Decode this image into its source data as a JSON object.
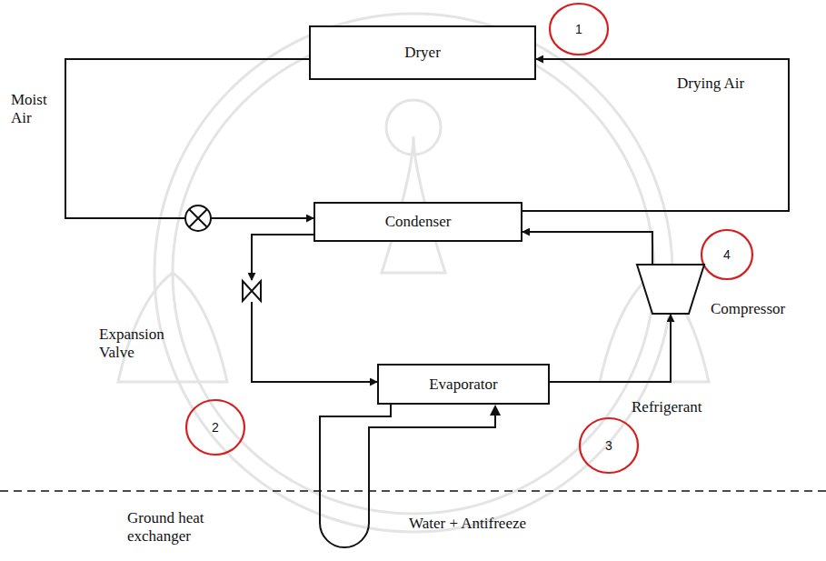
{
  "diagram": {
    "nodes": [
      {
        "text": [
          "Dryer"
        ]
      },
      {
        "text": [
          "Condenser"
        ]
      },
      {
        "text": [
          "Expansion Valve"
        ]
      },
      {
        "text": [
          "Evaporator"
        ]
      },
      {
        "text": [
          "Compressor"
        ]
      }
    ],
    "edges": [
      {
        "from": 0,
        "to": 1,
        "arrow": "to"
      },
      {
        "from": 1,
        "to": 0,
        "arrow": "to"
      },
      {
        "from": 1,
        "to": 2,
        "arrow": "to"
      },
      {
        "from": 2,
        "to": 3,
        "arrow": "to"
      },
      {
        "from": 3,
        "to": 4,
        "arrow": "to"
      },
      {
        "from": 4,
        "to": 1,
        "arrow": "to"
      }
    ],
    "labels": [
      "Moist Air",
      "Drying Air",
      "Refrigerant",
      "Ground heat exchanger",
      "Water + Antifreeze",
      "1",
      "2",
      "3",
      "4"
    ]
  }
}
